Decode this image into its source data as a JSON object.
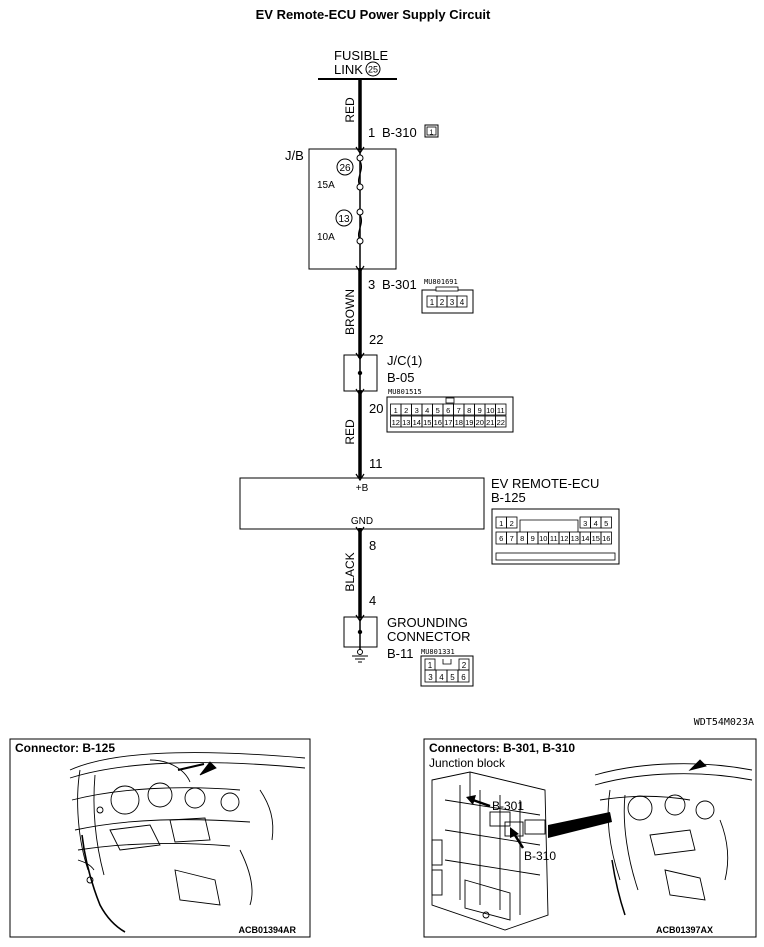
{
  "title": "EV Remote-ECU Power Supply Circuit",
  "diagram_code": "WDT54M023A",
  "fusible_link": {
    "line1": "FUSIBLE",
    "line2": "LINK",
    "number": "25"
  },
  "wires": [
    {
      "color": "RED"
    },
    {
      "color": "BROWN"
    },
    {
      "color": "RED"
    },
    {
      "color": "BLACK"
    }
  ],
  "b310": {
    "pin": "1",
    "name": "B-310",
    "icon_num": "1"
  },
  "jb": {
    "label": "J/B",
    "fuse_upper": {
      "num": "26",
      "rating": "15A"
    },
    "fuse_lower": {
      "num": "13",
      "rating": "10A"
    }
  },
  "b301": {
    "pin": "3",
    "name": "B-301",
    "part": "MU801691",
    "cells": [
      "1",
      "2",
      "3",
      "4"
    ]
  },
  "jc": {
    "pin_in": "22",
    "label": "J/C(1)",
    "name": "B-05",
    "pin_out": "20",
    "part": "MU801515",
    "row1": [
      "1",
      "2",
      "3",
      "4",
      "5",
      "6",
      "7",
      "8",
      "9",
      "10",
      "11"
    ],
    "row2": [
      "12",
      "13",
      "14",
      "15",
      "16",
      "17",
      "18",
      "19",
      "20",
      "21",
      "22"
    ]
  },
  "ecu": {
    "pin_in": "11",
    "pin_out": "8",
    "plus_b": "+B",
    "gnd": "GND",
    "label": "EV REMOTE-ECU",
    "name": "B-125",
    "row1": [
      "1",
      "2",
      "3",
      "4",
      "5"
    ],
    "row2": [
      "6",
      "7",
      "8",
      "9",
      "10",
      "11",
      "12",
      "13",
      "14",
      "15",
      "16"
    ]
  },
  "ground": {
    "pin": "4",
    "line1": "GROUNDING",
    "line2": "CONNECTOR",
    "name": "B-11",
    "part": "MU801331",
    "row1": [
      "1",
      "2"
    ],
    "row2": [
      "3",
      "4",
      "5",
      "6"
    ]
  },
  "panel_left": {
    "title": "Connector: B-125",
    "code": "ACB01394AR"
  },
  "panel_right": {
    "title": "Connectors: B-301, B-310",
    "subtitle": "Junction block",
    "callout_upper": "B-301",
    "callout_lower": "B-310",
    "code": "ACB01397AX"
  }
}
